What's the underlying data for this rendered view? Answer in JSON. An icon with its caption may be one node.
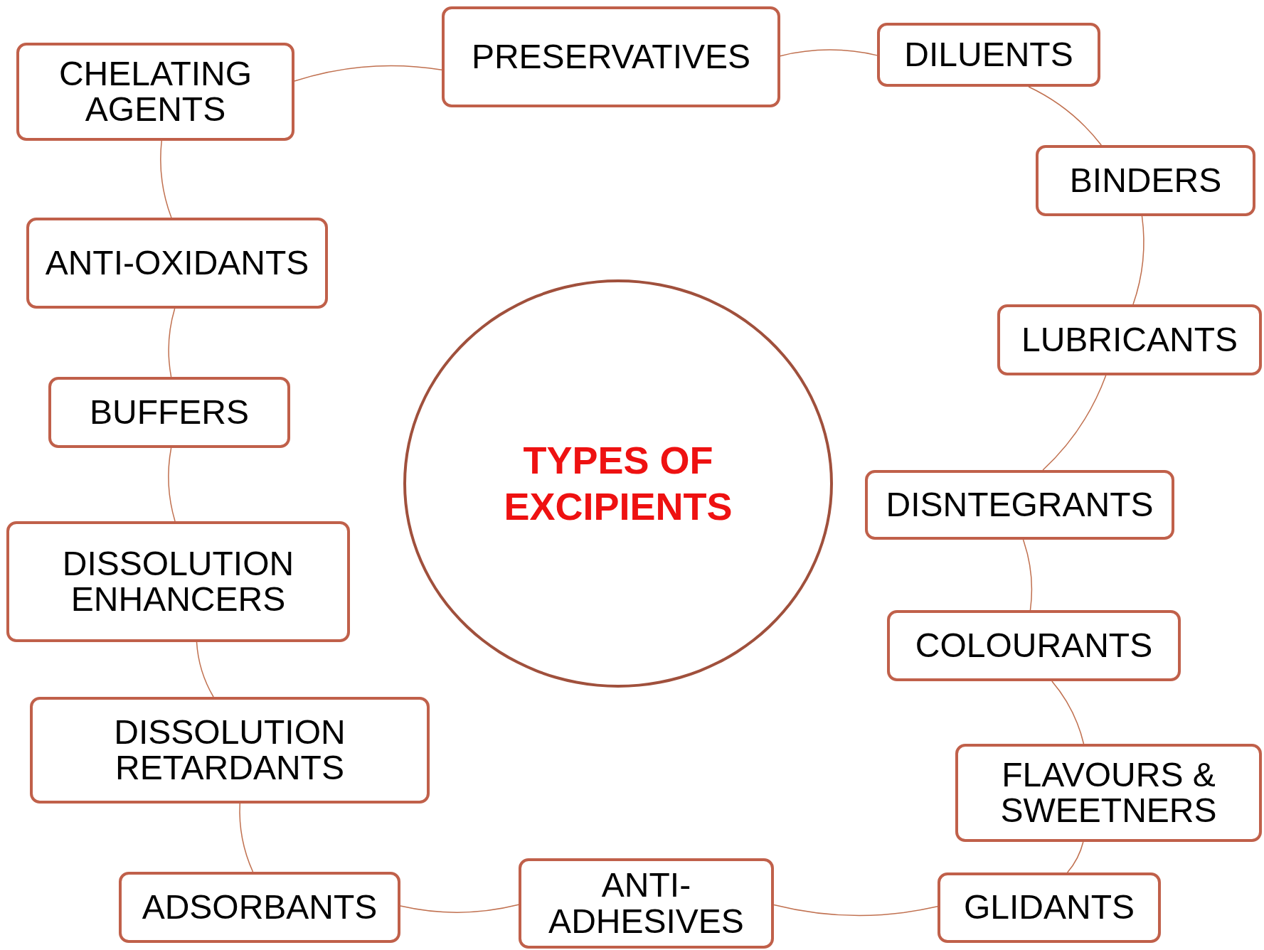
{
  "diagram": {
    "nodes": [
      {
        "text": [
          "TYPES OF EXCIPIENTS"
        ]
      },
      {
        "text": [
          "CHELATING AGENTS"
        ]
      },
      {
        "text": [
          "PRESERVATIVES"
        ]
      },
      {
        "text": [
          "DILUENTS"
        ]
      },
      {
        "text": [
          "BINDERS"
        ]
      },
      {
        "text": [
          "LUBRICANTS"
        ]
      },
      {
        "text": [
          "DISNTEGRANTS"
        ]
      },
      {
        "text": [
          "COLOURANTS"
        ]
      },
      {
        "text": [
          "FLAVOURS & SWEETNERS"
        ]
      },
      {
        "text": [
          "GLIDANTS"
        ]
      },
      {
        "text": [
          "ANTI-ADHESIVES"
        ]
      },
      {
        "text": [
          "ADSORBANTS"
        ]
      },
      {
        "text": [
          "DISSOLUTION RETARDANTS"
        ]
      },
      {
        "text": [
          "DISSOLUTION ENHANCERS"
        ]
      },
      {
        "text": [
          "BUFFERS"
        ]
      },
      {
        "text": [
          "ANTI-OXIDANTS"
        ]
      }
    ],
    "edges": [
      {
        "from": 1,
        "to": 2,
        "arrow": "none"
      },
      {
        "from": 2,
        "to": 3,
        "arrow": "none"
      },
      {
        "from": 3,
        "to": 4,
        "arrow": "none"
      },
      {
        "from": 4,
        "to": 5,
        "arrow": "none"
      },
      {
        "from": 5,
        "to": 6,
        "arrow": "none"
      },
      {
        "from": 6,
        "to": 7,
        "arrow": "none"
      },
      {
        "from": 7,
        "to": 8,
        "arrow": "none"
      },
      {
        "from": 8,
        "to": 9,
        "arrow": "none"
      },
      {
        "from": 9,
        "to": 10,
        "arrow": "none"
      },
      {
        "from": 10,
        "to": 11,
        "arrow": "none"
      },
      {
        "from": 11,
        "to": 12,
        "arrow": "none"
      },
      {
        "from": 12,
        "to": 13,
        "arrow": "none"
      },
      {
        "from": 13,
        "to": 14,
        "arrow": "none"
      },
      {
        "from": 14,
        "to": 15,
        "arrow": "none"
      },
      {
        "from": 15,
        "to": 1,
        "arrow": "none"
      }
    ]
  }
}
